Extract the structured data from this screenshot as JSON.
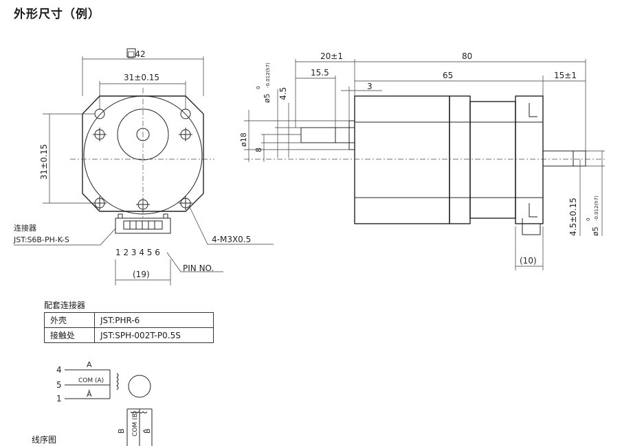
{
  "title": "外形尺寸（例）",
  "front_view": {
    "square": "□42",
    "bolt_pitch_h": "31±0.15",
    "bolt_pitch_v": "31±0.15",
    "connector_label": "连接器",
    "connector_model": "JST:S6B-PH-K-S",
    "pins": "1 2 3 4 5 6",
    "pin_label": "PIN NO.",
    "connector_width": "(19)",
    "screw": "4-M3X0.5"
  },
  "side_view": {
    "total_length": "80",
    "shaft_length": "20±1",
    "flat_length": "15.5",
    "flat_offset": "3",
    "body_length": "65",
    "rear_shaft": "15±1",
    "pilot_dia": "ø18",
    "flat_depth": "4.5",
    "shaft_dia_front": "ø5",
    "tol_upper": "0",
    "tol_lower": "-0.012(h7)",
    "eight": "8",
    "rear_flat": "4.5±0.15",
    "shaft_dia_rear": "ø5",
    "connector_depth": "(10)"
  },
  "mating": {
    "title": "配套连接器",
    "rows": [
      {
        "name": "外壳",
        "value": "JST:PHR-6"
      },
      {
        "name": "接触处",
        "value": "JST:SPH-002T-P0.5S"
      }
    ]
  },
  "wiring": {
    "pin4": "4",
    "pin5": "5",
    "pin1": "1",
    "phase_a": "A",
    "com_a": "COM (A)",
    "phase_a_bar": "Ā",
    "phase_b": "B",
    "com_b": "COM (B)",
    "phase_b_bar": "B̄",
    "caption": "线序图"
  }
}
